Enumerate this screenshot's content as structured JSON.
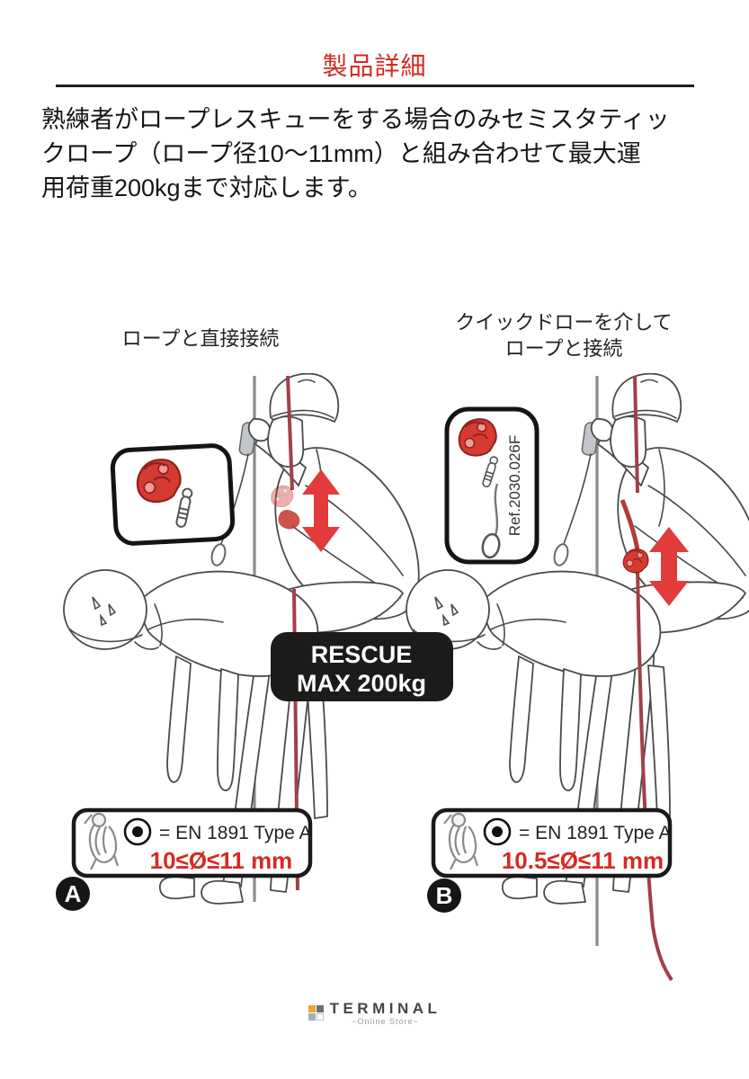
{
  "header": {
    "title": "製品詳細"
  },
  "intro": {
    "lines": [
      "熟練者がロープレスキューをする場合のみセミスタティッ",
      "クロープ（ロープ径10〜11mm）と組み合わせて最大運",
      "用荷重200kgまで対応します。"
    ]
  },
  "badge": {
    "line1": "RESCUE",
    "line2": "MAX 200kg"
  },
  "panels": [
    {
      "letter": "A",
      "label": "ロープと直接接続",
      "standard": "= EN 1891 Type A",
      "diameter": "10≤Ø≤11 mm"
    },
    {
      "letter": "B",
      "label_line1": "クイックドローを介して",
      "label_line2": "ロープと接続",
      "standard": "= EN 1891 Type A",
      "diameter": "10.5≤Ø≤11 mm",
      "ref": "Ref.2030.026F"
    }
  ],
  "footer": {
    "brand": "TERMINAL",
    "tagline": "−Online Store−"
  },
  "colors": {
    "accent_red": "#d42a22",
    "arrow_red": "#e23b3b",
    "device_red": "#d63a31",
    "rope_red": "#a04048",
    "badge_black": "#1d1b1a",
    "ink": "#1a1a1a",
    "logo_orange": "#f0a230",
    "logo_slate": "#677080",
    "logo_gray": "#a9adb4"
  }
}
